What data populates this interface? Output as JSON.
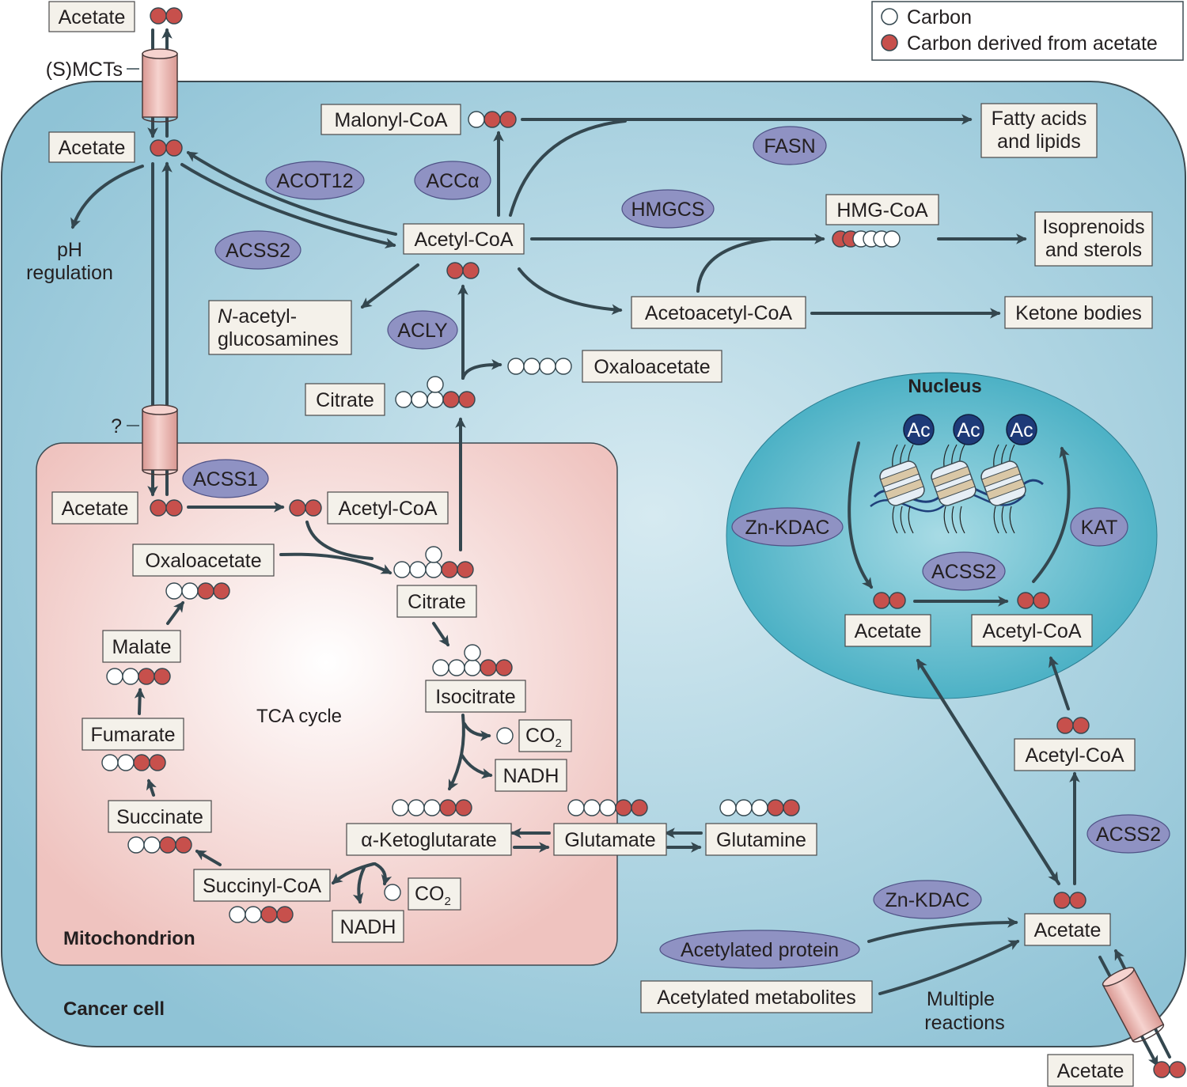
{
  "legend": {
    "carbon": "Carbon",
    "acetate_carbon": "Carbon derived from acetate"
  },
  "colors": {
    "cell_fill": "#9ccbdc",
    "cell_fill_center": "#d6eaf1",
    "mito_fill": "#f3d2cf",
    "mito_center": "#ffffff",
    "nucleus_fill": "#4bb5c8",
    "nucleus_center": "#a8dbe5",
    "enzyme_fill": "#8f92c3",
    "enzyme_stroke": "#4f5286",
    "label_box_fill": "#f4f1ea",
    "carbon_acetate": "#c7504c",
    "carbon_plain": "#ffffff",
    "arrow": "#34474f",
    "transporter": "#e8aaa6",
    "acetyl_group": "#1e3a78"
  },
  "regions": {
    "cancer_cell": "Cancer cell",
    "mitochondrion": "Mitochondrion",
    "nucleus": "Nucleus",
    "tca_cycle": "TCA cycle"
  },
  "transporters": {
    "smct": "(S)MCTs",
    "mito_unknown": "?"
  },
  "enzymes": {
    "acot12": "ACOT12",
    "acss2_cyto": "ACSS2",
    "acc_alpha": "ACCα",
    "fasn": "FASN",
    "hmgcs": "HMGCS",
    "acly": "ACLY",
    "acss1": "ACSS1",
    "zn_kdac_nuc": "Zn-KDAC",
    "kat": "KAT",
    "acss2_nuc": "ACSS2",
    "acss2_right": "ACSS2",
    "zn_kdac_right": "Zn-KDAC",
    "acetylated_protein": "Acetylated protein"
  },
  "metabolites": {
    "acetate_top": "Acetate",
    "acetate_cyto": "Acetate",
    "ph_regulation": [
      "pH",
      "regulation"
    ],
    "malonyl_coa": "Malonyl-CoA",
    "fatty_acids": [
      "Fatty acids",
      "and lipids"
    ],
    "acetyl_coa_cyto": "Acetyl-CoA",
    "hmg_coa": "HMG-CoA",
    "isoprenoids": [
      "Isoprenoids",
      "and sterols"
    ],
    "n_acetyl_line1_italic": "N",
    "n_acetyl_line1_rest": "-acetyl-",
    "n_acetyl_line2": "glucosamines",
    "acetoacetyl_coa": "Acetoacetyl-CoA",
    "ketone_bodies": "Ketone bodies",
    "citrate_cyto": "Citrate",
    "oxaloacetate_cyto": "Oxaloacetate",
    "acetate_mito": "Acetate",
    "acetyl_coa_mito": "Acetyl-CoA",
    "oxaloacetate_mito": "Oxaloacetate",
    "citrate_mito": "Citrate",
    "isocitrate": "Isocitrate",
    "co2": "CO",
    "co2_sub": "2",
    "nadh": "NADH",
    "a_ketoglutarate": "α-Ketoglutarate",
    "glutamate": "Glutamate",
    "glutamine": "Glutamine",
    "succinyl_coa": "Succinyl-CoA",
    "succinate": "Succinate",
    "fumarate": "Fumarate",
    "malate": "Malate",
    "acetate_nuc": "Acetate",
    "acetyl_coa_nuc": "Acetyl-CoA",
    "acetyl_coa_right": "Acetyl-CoA",
    "acetate_right": "Acetate",
    "acetylated_metabolites": "Acetylated metabolites",
    "multiple_reactions": [
      "Multiple",
      "reactions"
    ],
    "acetate_bottom": "Acetate",
    "ac": "Ac"
  }
}
